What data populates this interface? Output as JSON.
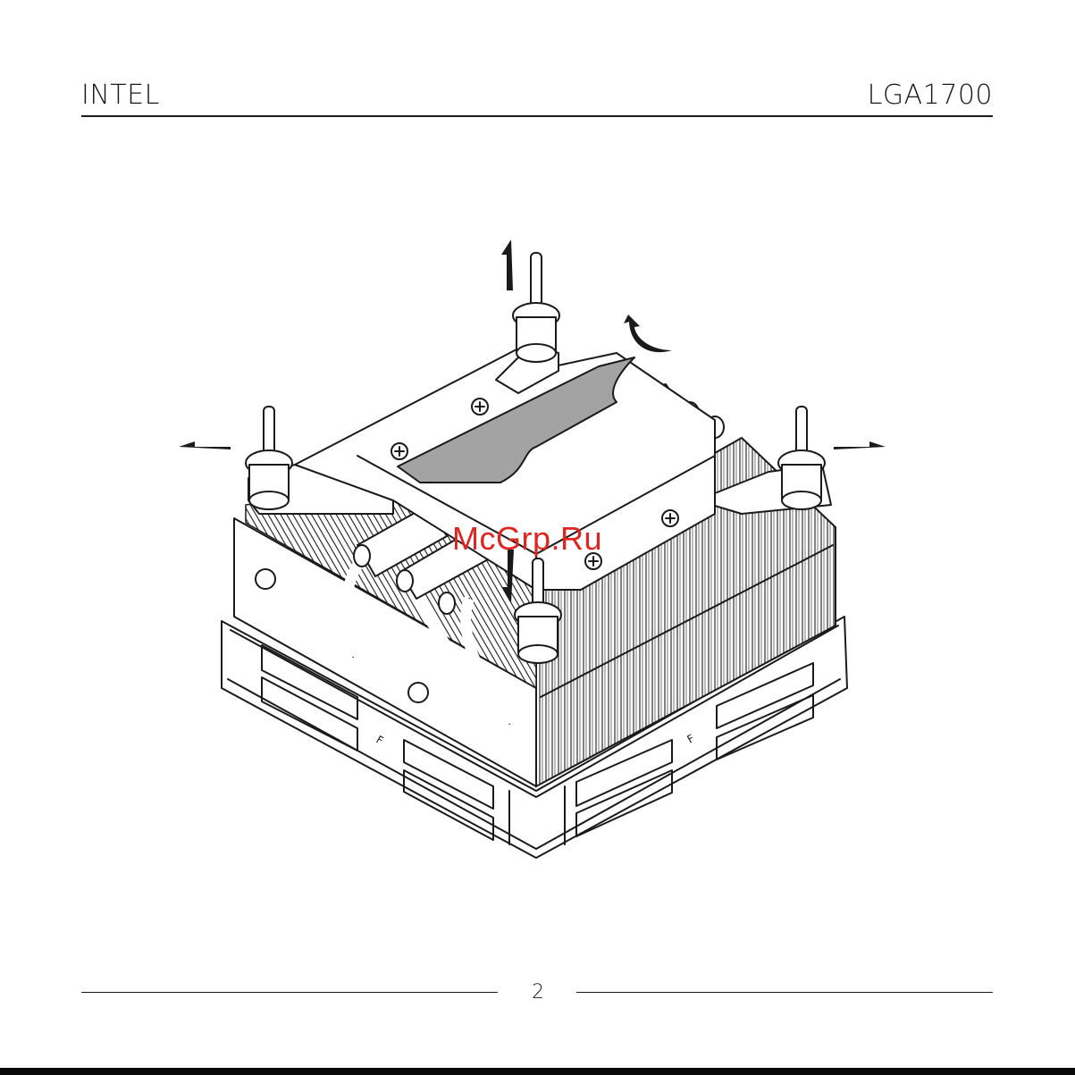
{
  "header": {
    "left": "INTEL",
    "right": "LGA1700"
  },
  "footer": {
    "page_number": "2"
  },
  "watermark": {
    "text": "McGrp.Ru",
    "color": "#e0241f"
  },
  "colors": {
    "line": "#1a1a1a",
    "film": "#a3a3a3",
    "paper": "#ffffff"
  }
}
